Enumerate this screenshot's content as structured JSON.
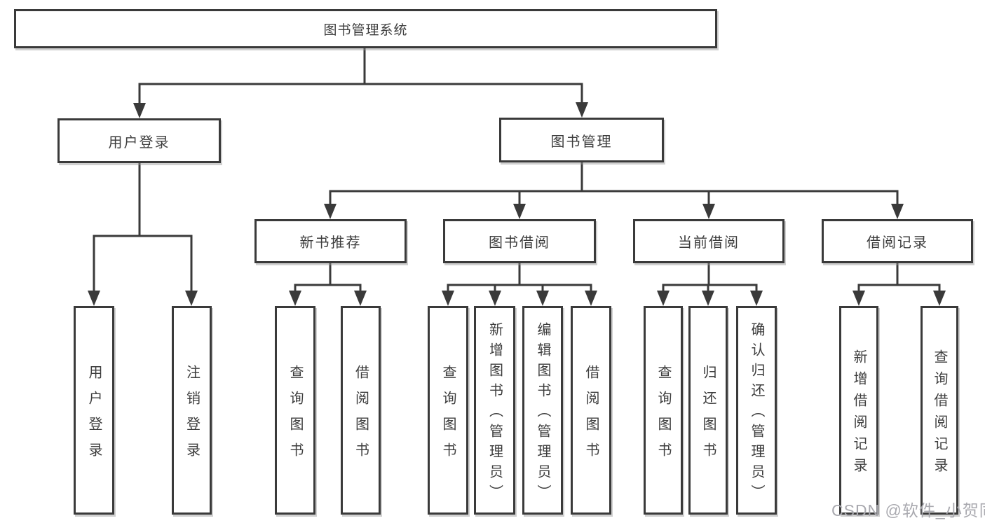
{
  "diagram": {
    "title": "图书管理系统",
    "root": {
      "label": "图书管理系统"
    },
    "level2": [
      {
        "label": "用户登录"
      },
      {
        "label": "图书管理"
      }
    ],
    "level3": [
      {
        "label": "新书推荐"
      },
      {
        "label": "图书借阅"
      },
      {
        "label": "当前借阅"
      },
      {
        "label": "借阅记录"
      }
    ],
    "leaves": [
      {
        "label": "用户登录",
        "parent": "用户登录"
      },
      {
        "label": "注销登录",
        "parent": "用户登录"
      },
      {
        "label": "查询图书",
        "parent": "新书推荐"
      },
      {
        "label": "借阅图书",
        "parent": "新书推荐"
      },
      {
        "label": "查询图书",
        "parent": "图书借阅"
      },
      {
        "label": "新增图书（管理员）",
        "parent": "图书借阅"
      },
      {
        "label": "编辑图书（管理员）",
        "parent": "图书借阅"
      },
      {
        "label": "借阅图书",
        "parent": "图书借阅"
      },
      {
        "label": "查询图书",
        "parent": "当前借阅"
      },
      {
        "label": "归还图书",
        "parent": "当前借阅"
      },
      {
        "label": "确认归还（管理员）",
        "parent": "当前借阅"
      },
      {
        "label": "新增借阅记录",
        "parent": "借阅记录"
      },
      {
        "label": "查询借阅记录",
        "parent": "借阅记录"
      }
    ],
    "colors": {
      "line": "#3a3a3a",
      "text": "#3d3d3d",
      "background": "#ffffff",
      "watermark": "#a9a9af"
    }
  },
  "watermark": {
    "text": "CSDN @软件_小贺同学"
  }
}
